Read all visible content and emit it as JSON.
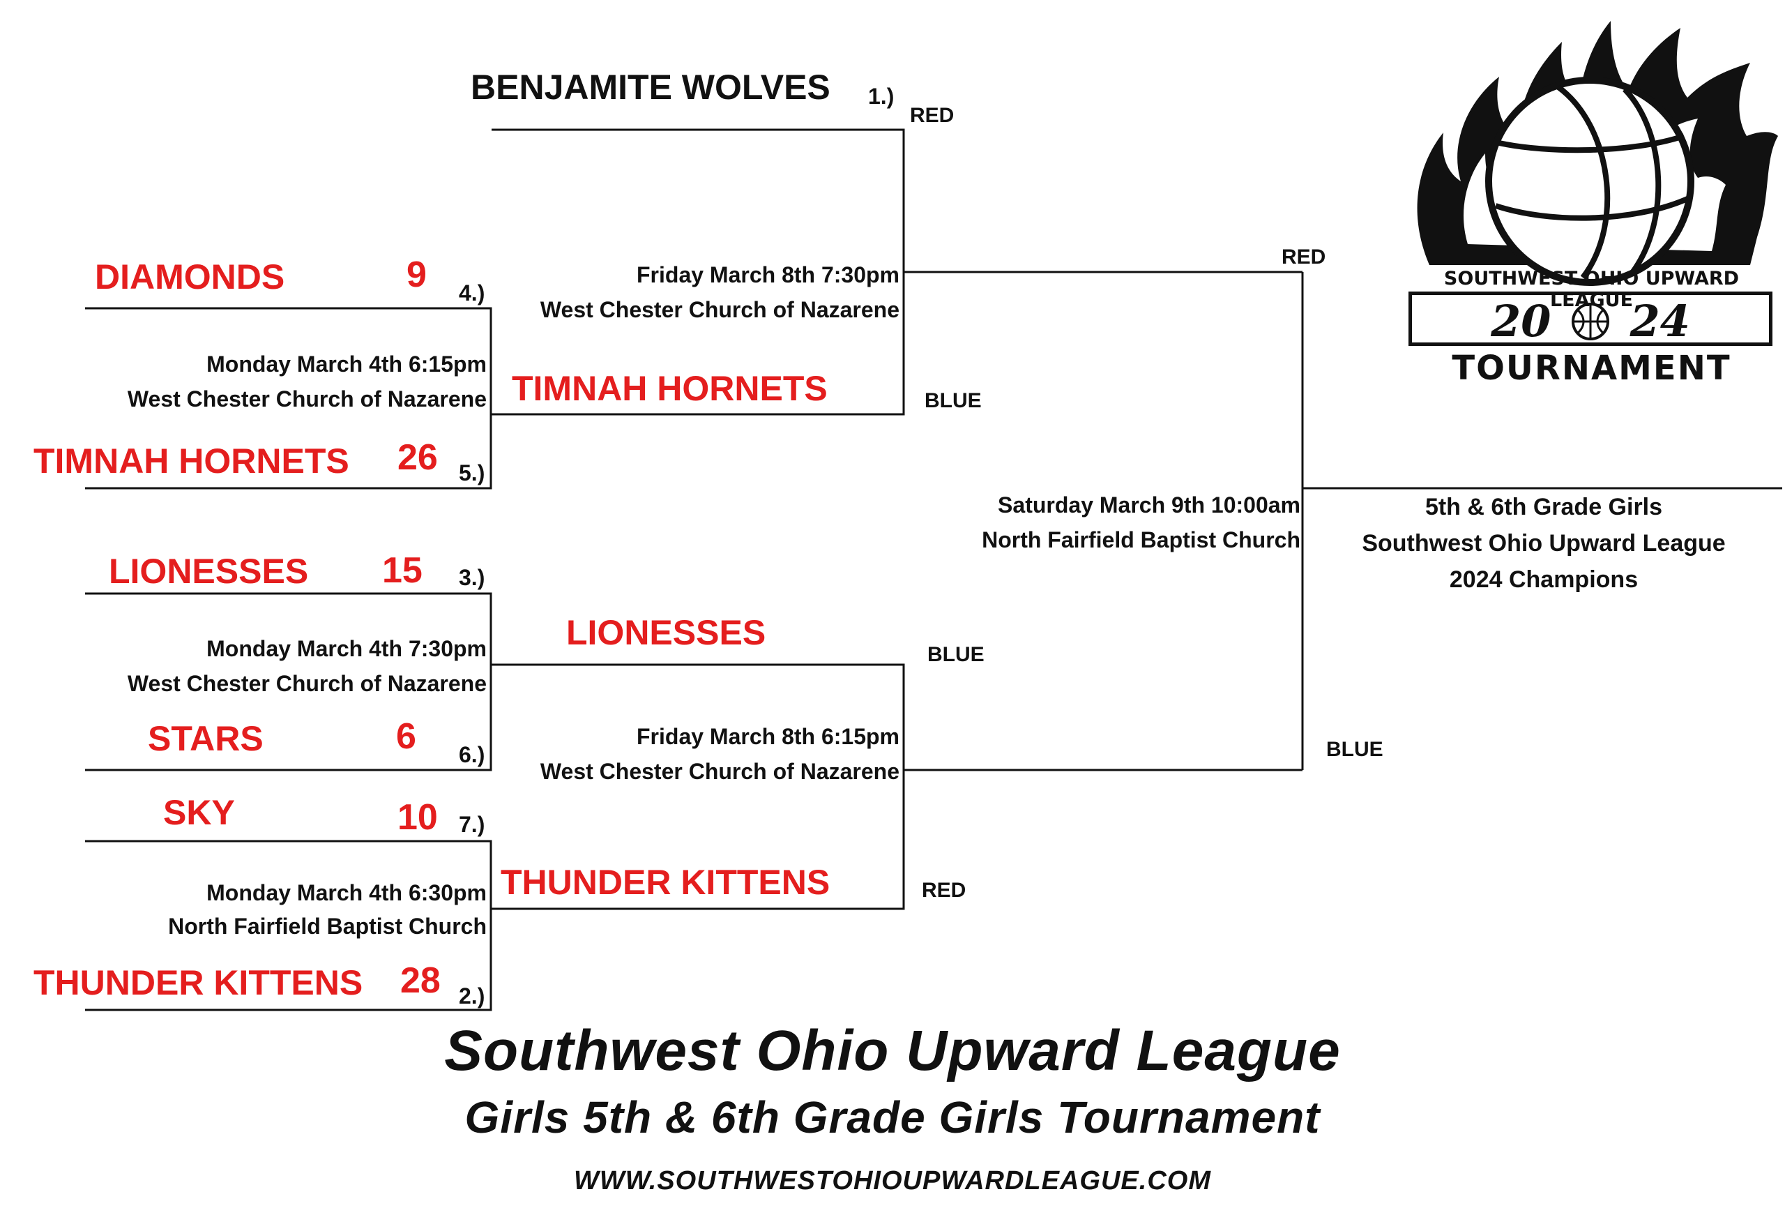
{
  "bracket": {
    "round1": [
      {
        "top_team": "DIAMONDS",
        "top_score": "9",
        "top_seed": "4.)",
        "bottom_team": "TIMNAH HORNETS",
        "bottom_score": "26",
        "bottom_seed": "5.)",
        "date": "Monday March 4th 6:15pm",
        "venue": "West Chester Church of Nazarene"
      },
      {
        "top_team": "LIONESSES",
        "top_score": "15",
        "top_seed": "3.)",
        "bottom_team": "STARS",
        "bottom_score": "6",
        "bottom_seed": "6.)",
        "date": "Monday March 4th 7:30pm",
        "venue": "West Chester Church of Nazarene"
      },
      {
        "top_team": "SKY",
        "top_score": "10",
        "top_seed": "7.)",
        "bottom_team": "THUNDER KITTENS",
        "bottom_score": "28",
        "bottom_seed": "2.)",
        "date": "Monday March 4th 6:30pm",
        "venue": "North Fairfield Baptist Church"
      }
    ],
    "bye": {
      "team": "BENJAMITE WOLVES",
      "seed": "1.)"
    },
    "semifinals": [
      {
        "top_team": "BENJAMITE WOLVES",
        "top_corner": "RED",
        "bottom_team": "TIMNAH HORNETS",
        "bottom_corner": "BLUE",
        "date": "Friday March 8th 7:30pm",
        "venue": "West Chester Church of Nazarene"
      },
      {
        "top_team": "LIONESSES",
        "top_corner": "BLUE",
        "bottom_team": "THUNDER KITTENS",
        "bottom_corner": "RED",
        "date": "Friday March 8th 6:15pm",
        "venue": "West Chester Church of Nazarene"
      }
    ],
    "final": {
      "top_corner": "RED",
      "bottom_corner": "BLUE",
      "date": "Saturday March 9th 10:00am",
      "venue": "North Fairfield Baptist Church"
    },
    "champion": {
      "line1": "5th & 6th Grade Girls",
      "line2": "Southwest Ohio Upward League",
      "line3": "2024 Champions"
    }
  },
  "logo": {
    "top_text": "SOUTHWEST OHIO UPWARD LEAGUE",
    "year_left": "20",
    "year_right": "24",
    "bottom_text": "TOURNAMENT"
  },
  "footer": {
    "title": "Southwest Ohio Upward League",
    "subtitle": "Girls 5th & 6th Grade Girls Tournament",
    "url": "WWW.SOUTHWESTOHIOUPWARDLEAGUE.COM"
  },
  "colors": {
    "team": "#e41e1e",
    "line": "#111111"
  }
}
